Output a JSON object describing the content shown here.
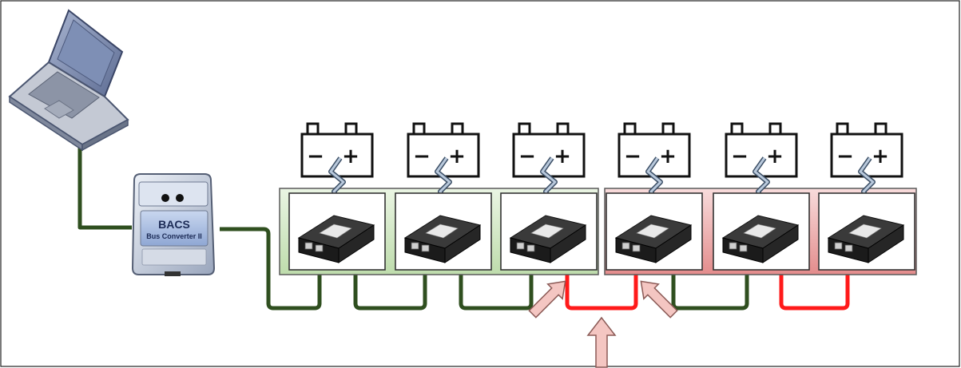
{
  "converter": {
    "title": "BACS",
    "subtitle": "Bus Converter II"
  },
  "batteries": [
    {
      "minus": "−",
      "plus": "+",
      "bus_state": "ok"
    },
    {
      "minus": "−",
      "plus": "+",
      "bus_state": "ok"
    },
    {
      "minus": "−",
      "plus": "+",
      "bus_state": "ok"
    },
    {
      "minus": "−",
      "plus": "+",
      "bus_state": "fault"
    },
    {
      "minus": "−",
      "plus": "+",
      "bus_state": "fault"
    },
    {
      "minus": "−",
      "plus": "+",
      "bus_state": "fault"
    }
  ],
  "groups": [
    {
      "name": "working-segment",
      "color": "#d6ebcc"
    },
    {
      "name": "faulty-segment",
      "color": "#f1c1c1"
    }
  ],
  "colors": {
    "bus_ok": "#2f4f1f",
    "bus_fault": "#ff1a1a",
    "arrow_fill": "#f4c6c2"
  },
  "icons": {
    "laptop": "laptop-icon",
    "converter": "bus-converter-icon",
    "battery": "battery-icon",
    "sensor": "battery-sensor-module-icon",
    "arrow": "fault-arrow-icon"
  }
}
